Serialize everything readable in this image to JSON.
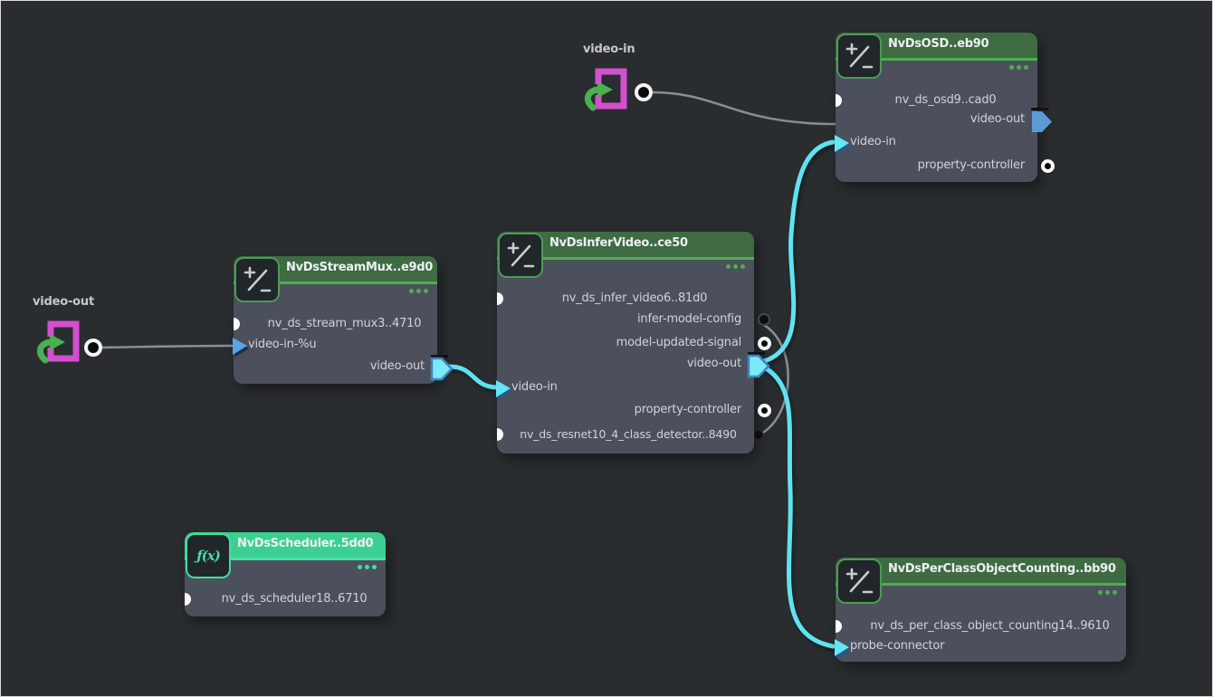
{
  "colors": {
    "background": "#292d2f",
    "node_body": "#4b505c",
    "header_green": "#3e6b42",
    "header_accent": "#4caf50",
    "scheduler_header": "#3bd092",
    "scheduler_accent": "#3ee0a0",
    "wire_gray": "#8b8e91",
    "wire_cyan": "#5fe3f2",
    "port_blue": "#5b9bd5",
    "port_cyan": "#7ceaf8",
    "connector_magenta": "#d44fd0",
    "connector_arrow_green": "#4caf50"
  },
  "icons": {
    "compute_node": "plus-minus-icon",
    "scheduler_node": "function-icon",
    "node_menu": "ellipsis-icon",
    "external_connector": "import-arrow-icon"
  },
  "external_connectors": {
    "video_in": {
      "label": "video-in"
    },
    "video_out": {
      "label": "video-out"
    }
  },
  "nodes": {
    "osd": {
      "title": "NvDsOSD..eb90",
      "ports": {
        "component": "nv_ds_osd9..cad0",
        "video_out": "video-out",
        "video_in": "video-in",
        "property_controller": "property-controller"
      }
    },
    "infer": {
      "title": "NvDsInferVideo..ce50",
      "ports": {
        "component": "nv_ds_infer_video6..81d0",
        "infer_model_config": "infer-model-config",
        "model_updated_signal": "model-updated-signal",
        "video_out": "video-out",
        "video_in": "video-in",
        "property_controller": "property-controller",
        "model_component": "nv_ds_resnet10_4_class_detector..8490"
      }
    },
    "stream_mux": {
      "title": "NvDsStreamMux..e9d0",
      "ports": {
        "component": "nv_ds_stream_mux3..4710",
        "video_in": "video-in-%u",
        "video_out": "video-out"
      }
    },
    "scheduler": {
      "title": "NvDsScheduler..5dd0",
      "icon_label": "ƒ(x)",
      "ports": {
        "component": "nv_ds_scheduler18..6710"
      }
    },
    "per_class_counting": {
      "title": "NvDsPerClassObjectCounting..bb90",
      "ports": {
        "component": "nv_ds_per_class_object_counting14..9610",
        "probe_connector": "probe-connector"
      }
    }
  },
  "connections": [
    {
      "from": "external video-in",
      "to": "NvDsOSD..eb90 : video-in",
      "style": "gray"
    },
    {
      "from": "external video-out",
      "to": "NvDsStreamMux..e9d0 : video-in-%u",
      "style": "gray"
    },
    {
      "from": "NvDsStreamMux..e9d0 : video-out",
      "to": "NvDsInferVideo..ce50 : video-in",
      "style": "cyan"
    },
    {
      "from": "NvDsInferVideo..ce50 : video-out",
      "to": "NvDsOSD..eb90 : video-in",
      "style": "cyan"
    },
    {
      "from": "NvDsInferVideo..ce50 : video-out",
      "to": "NvDsPerClassObjectCounting..bb90 : probe-connector",
      "style": "cyan"
    },
    {
      "from": "NvDsInferVideo..ce50 : infer-model-config",
      "to": "NvDsInferVideo..ce50 : nv_ds_resnet10_4_class_detector..8490",
      "style": "gray"
    }
  ]
}
